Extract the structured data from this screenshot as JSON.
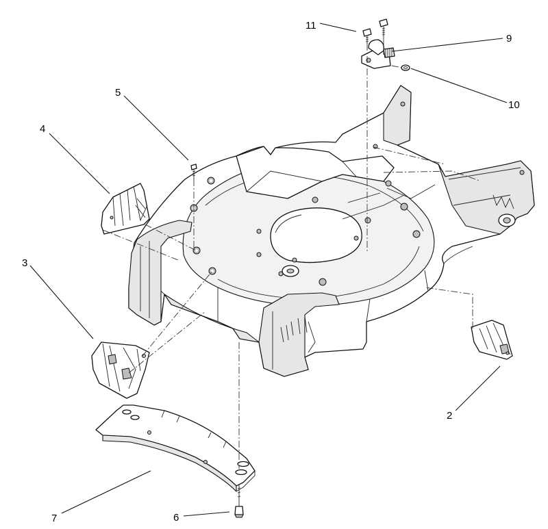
{
  "callouts": {
    "c2": "2",
    "c3": "3",
    "c4": "4",
    "c5": "5",
    "c6": "6",
    "c7": "7",
    "c9": "9",
    "c10": "10",
    "c11": "11"
  }
}
